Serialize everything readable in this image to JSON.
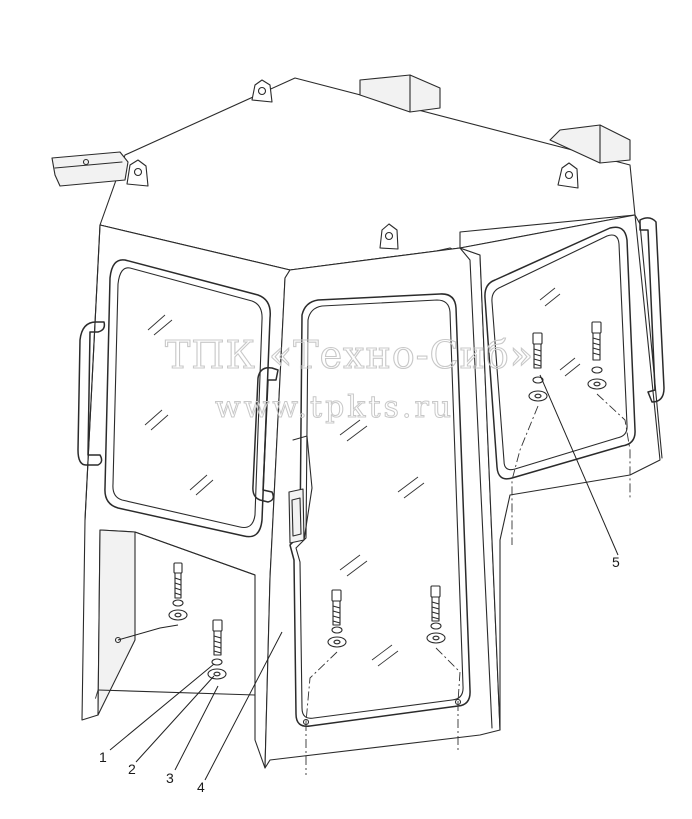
{
  "callouts": [
    {
      "id": "1",
      "label": "1"
    },
    {
      "id": "2",
      "label": "2"
    },
    {
      "id": "3",
      "label": "3"
    },
    {
      "id": "4",
      "label": "4"
    },
    {
      "id": "5",
      "label": "5"
    }
  ],
  "watermark": {
    "line1": "ТПК «Техно-Сиб»",
    "line2": "www.tpkts.ru"
  },
  "colors": {
    "line": "#2b2b2b",
    "watermark": "#c8c8c8",
    "background": "#ffffff"
  }
}
